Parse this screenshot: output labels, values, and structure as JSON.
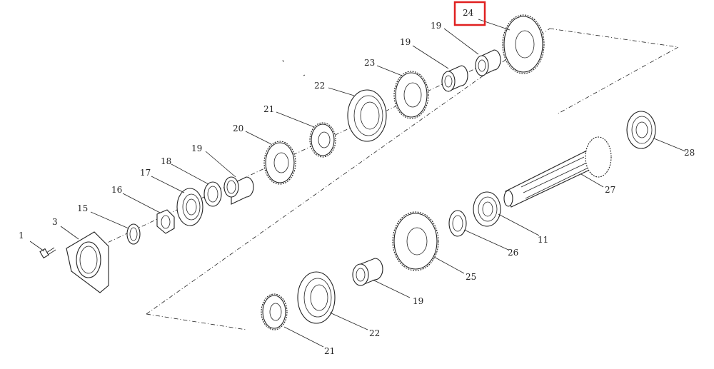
{
  "callouts": [
    {
      "id": "c1",
      "label": "1"
    },
    {
      "id": "c3",
      "label": "3"
    },
    {
      "id": "c15",
      "label": "15"
    },
    {
      "id": "c16",
      "label": "16"
    },
    {
      "id": "c17",
      "label": "17"
    },
    {
      "id": "c18",
      "label": "18"
    },
    {
      "id": "c19a",
      "label": "19"
    },
    {
      "id": "c20",
      "label": "20"
    },
    {
      "id": "c21a",
      "label": "21"
    },
    {
      "id": "c22a",
      "label": "22"
    },
    {
      "id": "c23",
      "label": "23"
    },
    {
      "id": "c19b",
      "label": "19"
    },
    {
      "id": "c19c",
      "label": "19"
    },
    {
      "id": "c24",
      "label": "24"
    },
    {
      "id": "c28",
      "label": "28"
    },
    {
      "id": "c27",
      "label": "27"
    },
    {
      "id": "c11",
      "label": "11"
    },
    {
      "id": "c26",
      "label": "26"
    },
    {
      "id": "c25",
      "label": "25"
    },
    {
      "id": "c19d",
      "label": "19"
    },
    {
      "id": "c22b",
      "label": "22"
    },
    {
      "id": "c21b",
      "label": "21"
    }
  ],
  "highlight": {
    "label": "24",
    "color": "#e02020"
  },
  "colors": {
    "line": "#222222",
    "background": "#ffffff"
  }
}
